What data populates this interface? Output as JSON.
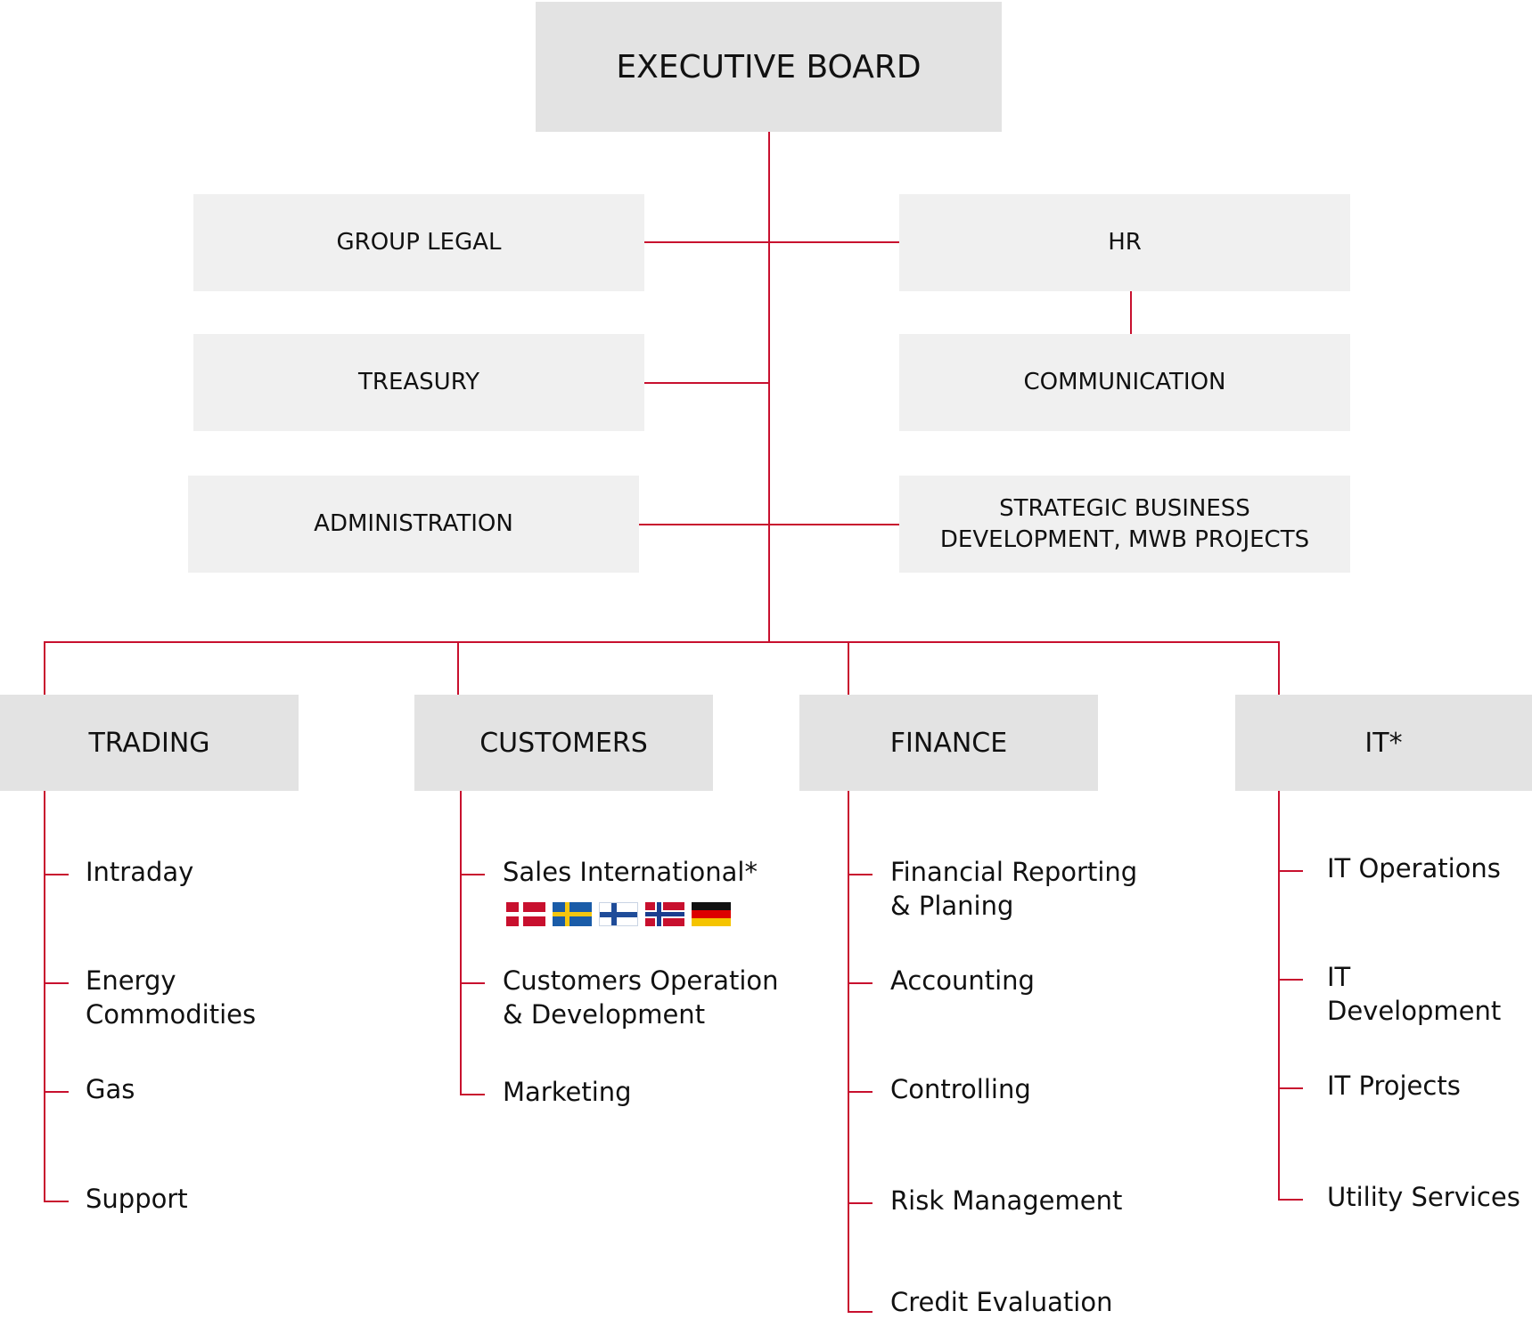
{
  "executive": "EXECUTIVE BOARD",
  "staff": {
    "group_legal": "GROUP LEGAL",
    "hr": "HR",
    "treasury": "TREASURY",
    "communication": "COMMUNICATION",
    "administration": "ADMINISTRATION",
    "strategic": "STRATEGIC BUSINESS\nDEVELOPMENT, MWB PROJECTS"
  },
  "departments": [
    {
      "name": "TRADING",
      "items": [
        "Intraday",
        "Energy\nCommodities",
        "Gas",
        "Support"
      ]
    },
    {
      "name": "CUSTOMERS",
      "items": [
        "Sales International*",
        "Customers Operation\n& Development",
        "Marketing"
      ]
    },
    {
      "name": "FINANCE",
      "items": [
        "Financial Reporting\n& Planing",
        "Accounting",
        "Controlling",
        "Risk Management",
        "Credit Evaluation"
      ]
    },
    {
      "name": "IT*",
      "items": [
        "IT Operations",
        "IT Development",
        "IT Projects",
        "Utility Services"
      ]
    }
  ],
  "flags": [
    "denmark-flag",
    "sweden-flag",
    "finland-flag",
    "norway-flag",
    "germany-flag"
  ],
  "colors": {
    "connector": "#c8102e",
    "box_dark": "#e3e3e3",
    "box_light": "#f0f0f0"
  }
}
